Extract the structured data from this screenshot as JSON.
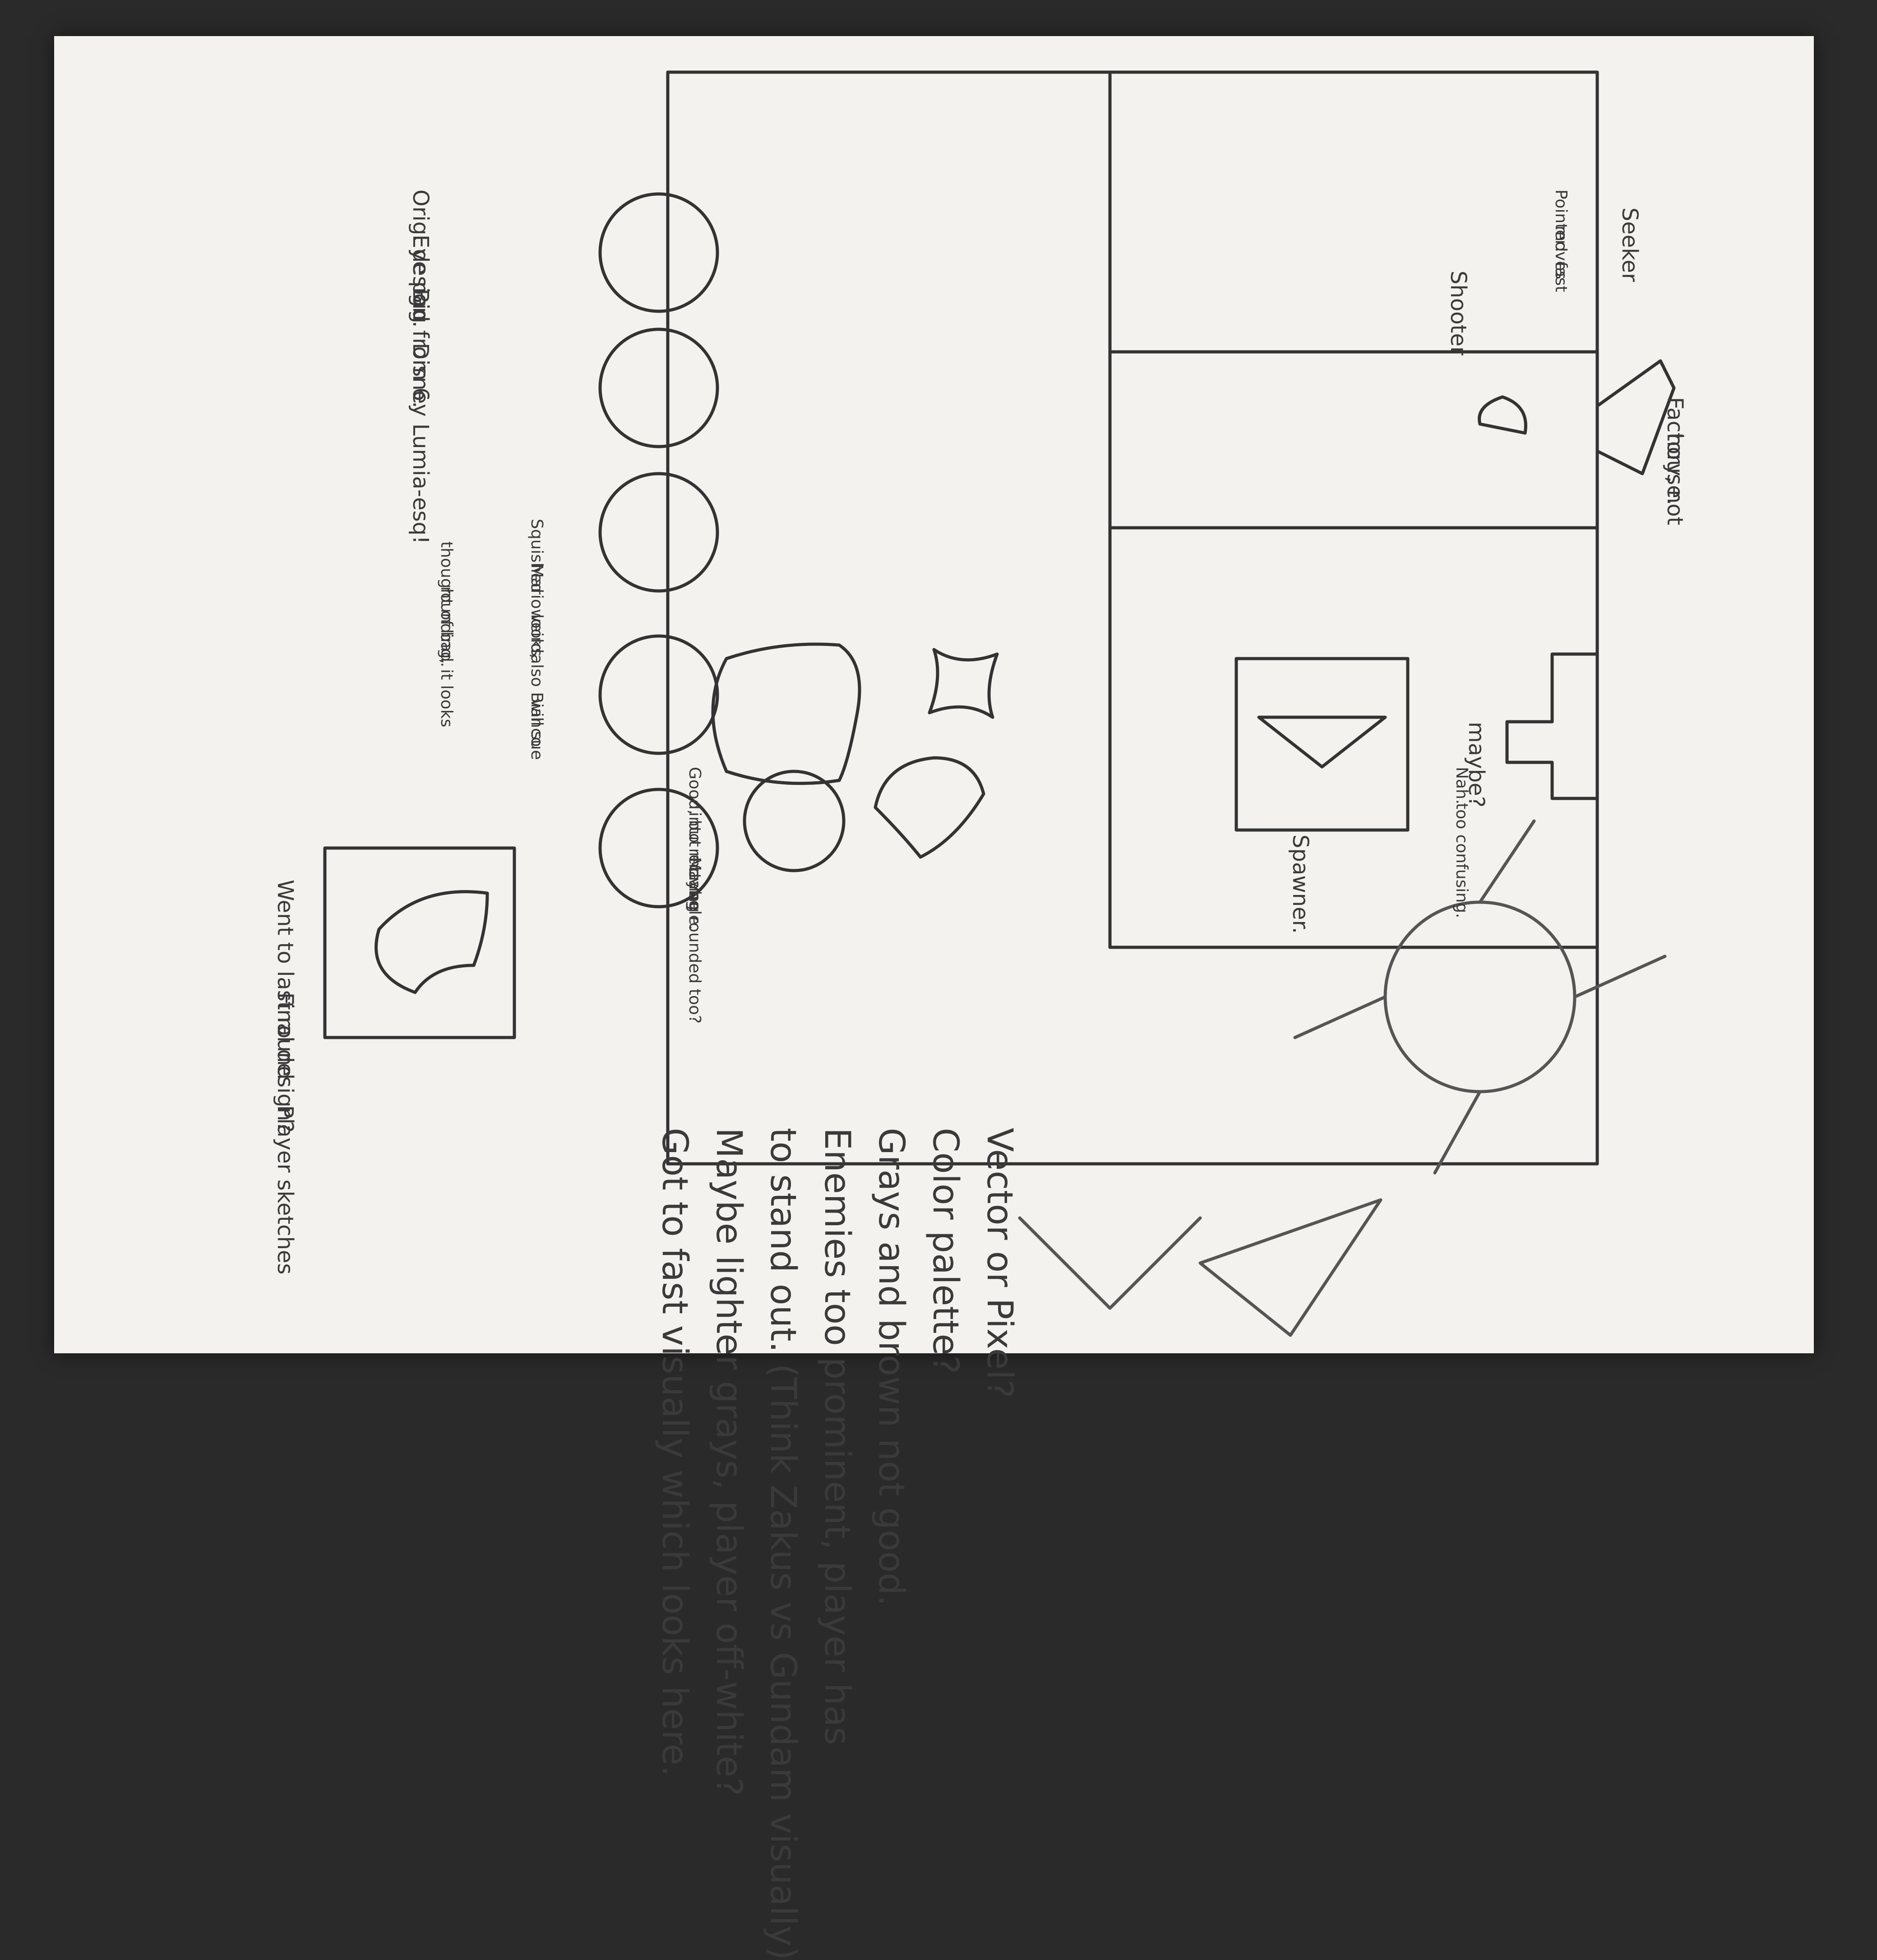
{
  "notes": {
    "top_caption_1": "Went to last round",
    "orig_design": "Orig. design.",
    "eye_pad_1": "Eye pad",
    "eye_pad_2": "Big from 6.",
    "disney_1": "Disney Lumia-esq!",
    "thought_1": "thought of",
    "thought_2": "rounding, it looks",
    "thought_3": "bad.",
    "squished_1": "Squished",
    "squished_2": "Mario looks",
    "squished_3": "weird,",
    "squished_4": "also Bianco",
    "squished_5": "will sue",
    "good_1": "Good, but moving",
    "good_2": "into rectangle.",
    "good_3": "Maybe rounded too?",
    "final_design": "Final design?",
    "player_sketches": "Player sketches",
    "vector_pixel": "Vector or Pixel?",
    "color_palette": "Color palette?",
    "grays_brown": "Grays and brown not good.",
    "enemies_1": "Enemies too prominent, player has",
    "enemies_2": "to stand out. (Think Zakus vs Gundam visually)",
    "maybe_lighter": "Maybe lighter grays, player off-white?",
    "got_fast": "Got to fast visually which looks here.",
    "shooter": "Shooter",
    "pointer_1": "Pointer!",
    "pointer_2": "moves",
    "pointer_3": "fast",
    "seeker": "Seeker",
    "maybe": "maybe?",
    "spawner": "Spawner.",
    "nah_1": "Nah.",
    "nah_2": "too confusing.",
    "factory_1": "Factory, not",
    "factory_2": "house."
  }
}
